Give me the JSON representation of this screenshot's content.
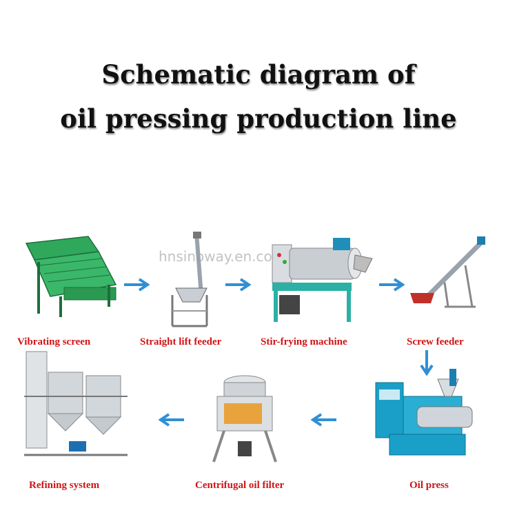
{
  "title": {
    "line1": "Schematic diagram of",
    "line2": "oil pressing production line"
  },
  "watermark": "hnsinoway.en.com",
  "stages": [
    {
      "label": "Vibrating screen"
    },
    {
      "label": "Straight lift feeder"
    },
    {
      "label": "Stir-frying machine"
    },
    {
      "label": "Screw feeder"
    },
    {
      "label": "Oil press"
    },
    {
      "label": "Centrifugal oil filter"
    },
    {
      "label": "Refining system"
    }
  ],
  "colors": {
    "label": "#d11414",
    "arrow": "#2f8fd6",
    "machine_green": "#2ea05a",
    "machine_blue": "#1aa0c8"
  }
}
